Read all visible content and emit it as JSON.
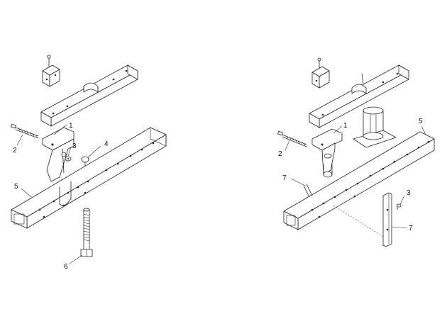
{
  "callouts": {
    "left": {
      "c1": "1",
      "c2": "2",
      "c3": "3",
      "c4": "4",
      "c5": "5",
      "c6": "6"
    },
    "right": {
      "c1": "1",
      "c2": "2",
      "c3": "3",
      "c5": "5",
      "c7a": "7",
      "c7b": "7"
    }
  }
}
